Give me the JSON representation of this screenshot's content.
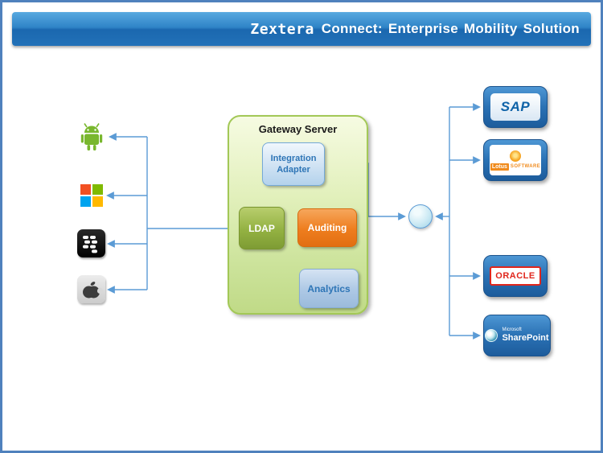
{
  "title": {
    "brand": "Zextera",
    "rest": "Connect: Enterprise Mobility Solution"
  },
  "gateway": {
    "label": "Gateway Server",
    "components": {
      "integration_adapter": "Integration Adapter",
      "ldap": "LDAP",
      "auditing": "Auditing",
      "analytics": "Analytics"
    }
  },
  "platforms": [
    {
      "name": "android-icon"
    },
    {
      "name": "microsoft-icon"
    },
    {
      "name": "blackberry-icon"
    },
    {
      "name": "apple-icon"
    }
  ],
  "systems": [
    {
      "name": "sap",
      "label": "SAP"
    },
    {
      "name": "lotus",
      "label": "Lotus",
      "sublabel": "SOFTWARE"
    },
    {
      "name": "oracle",
      "label": "ORACLE"
    },
    {
      "name": "sharepoint",
      "label": "SharePoint",
      "sublabel": "Microsoft"
    }
  ],
  "colors": {
    "frame_border": "#4f81bd",
    "titlebar_blue": "#2f84c7",
    "connector_blue": "#5b9bd5",
    "gateway_green": "#d9ecad",
    "ldap_green": "#93b142",
    "auditing_orange": "#ee7d1e",
    "adapter_blue": "#cfe2f3",
    "system_box_blue": "#2a71b4",
    "ms_red": "#f25022",
    "ms_green": "#7fba00",
    "ms_blue": "#00a4ef",
    "ms_yellow": "#ffb900",
    "oracle_red": "#e0261c",
    "lotus_orange": "#f08b1d"
  }
}
